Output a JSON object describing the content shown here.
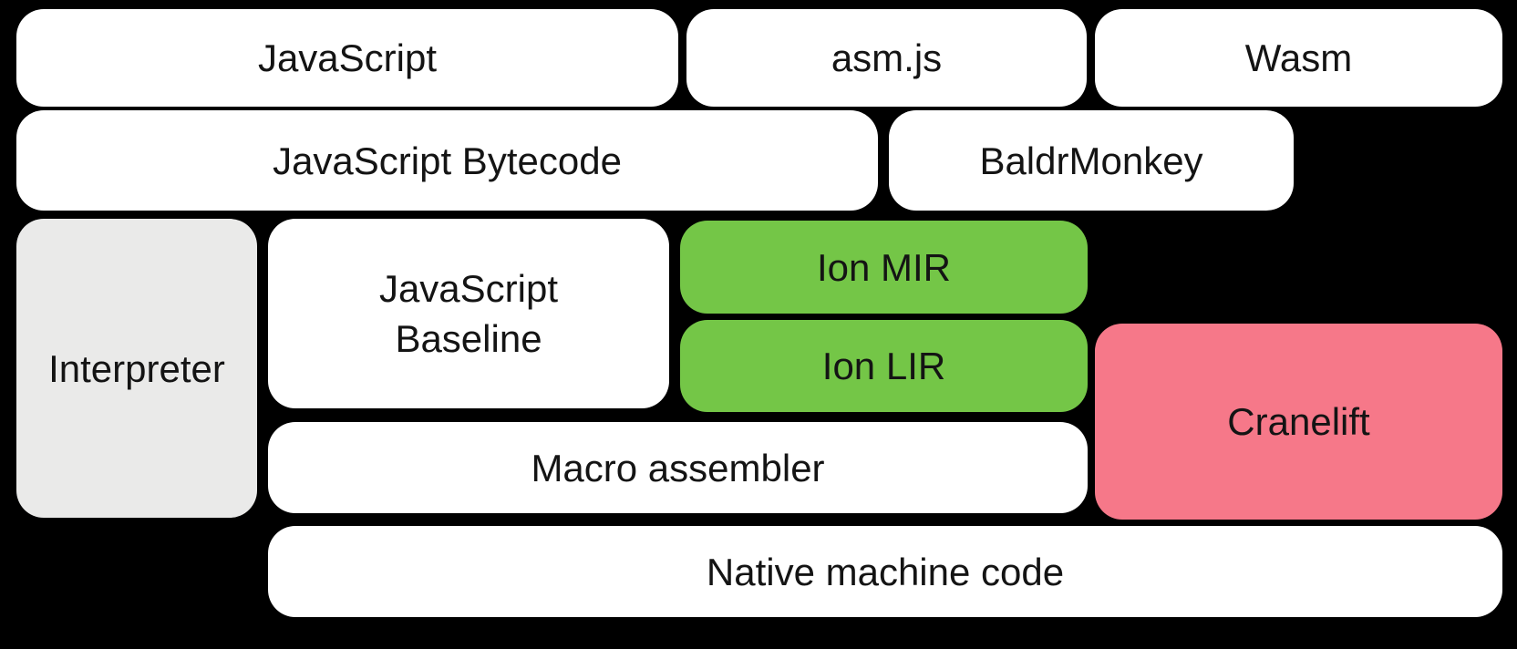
{
  "diagram": {
    "background_color": "#000000",
    "text_color": "#141414",
    "box_fill_white": "#FFFFFF",
    "box_fill_gray": "#EAEAE9",
    "box_fill_green": "#74C647",
    "box_fill_pink": "#F67889",
    "boxes": [
      {
        "id": "javascript",
        "label": "JavaScript",
        "fill": "#FFFFFF"
      },
      {
        "id": "asmjs",
        "label": "asm.js",
        "fill": "#FFFFFF"
      },
      {
        "id": "wasm",
        "label": "Wasm",
        "fill": "#FFFFFF"
      },
      {
        "id": "javascript-bytecode",
        "label": "JavaScript Bytecode",
        "fill": "#FFFFFF"
      },
      {
        "id": "baldrmonkey",
        "label": "BaldrMonkey",
        "fill": "#FFFFFF"
      },
      {
        "id": "interpreter",
        "label": "Interpreter",
        "fill": "#EAEAE9"
      },
      {
        "id": "javascript-baseline",
        "label": "JavaScript Baseline",
        "lines": [
          "JavaScript",
          "Baseline"
        ],
        "fill": "#FFFFFF"
      },
      {
        "id": "ion-mir",
        "label": "Ion MIR",
        "fill": "#74C647"
      },
      {
        "id": "ion-lir",
        "label": "Ion LIR",
        "fill": "#74C647"
      },
      {
        "id": "cranelift",
        "label": "Cranelift",
        "fill": "#F67889"
      },
      {
        "id": "macro-assembler",
        "label": "Macro assembler",
        "fill": "#FFFFFF"
      },
      {
        "id": "native-machine-code",
        "label": "Native machine code",
        "fill": "#FFFFFF"
      }
    ]
  }
}
